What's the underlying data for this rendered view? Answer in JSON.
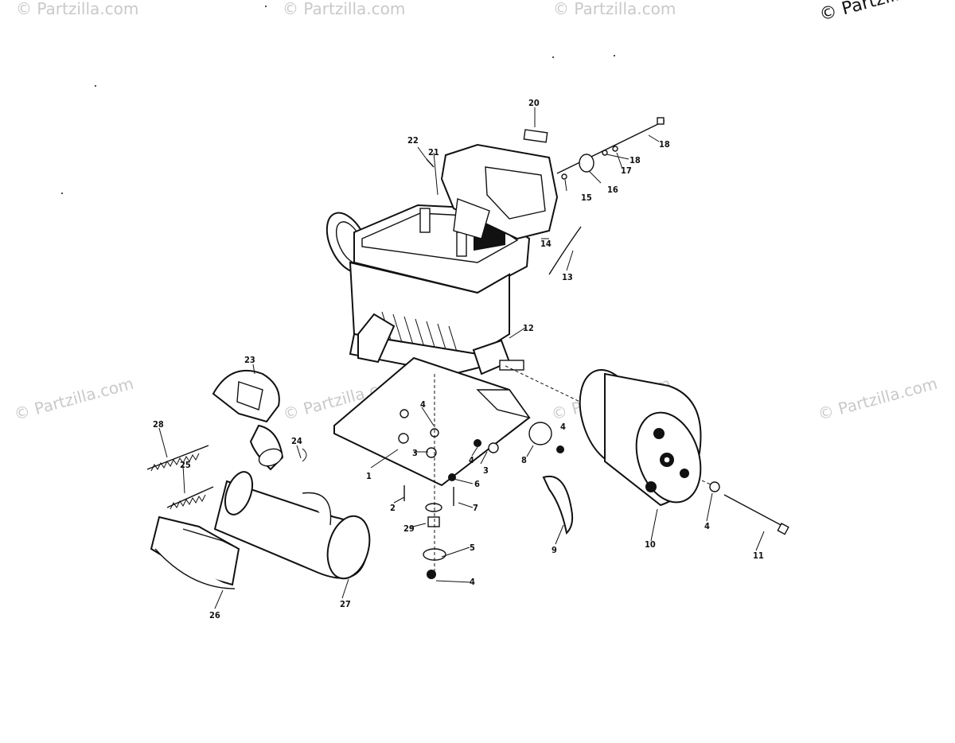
{
  "watermarks": {
    "faint": [
      "© Partzilla.com",
      "© Partzilla.com",
      "© Partzilla.com",
      "© Partzilla.com",
      "© Partzilla.com",
      "© Partzilla.com",
      "© Partzilla.com"
    ],
    "top_right": "© Partzilla.com"
  },
  "callouts": {
    "c1": "1",
    "c2": "2",
    "c3a": "3",
    "c3b": "3",
    "c4a": "4",
    "c4b": "4",
    "c4c": "4",
    "c4d": "4",
    "c4e": "4",
    "c5": "5",
    "c6": "6",
    "c7": "7",
    "c8": "8",
    "c9": "9",
    "c10": "10",
    "c11": "11",
    "c12": "12",
    "c13": "13",
    "c14": "14",
    "c15": "15",
    "c16": "16",
    "c17": "17",
    "c18a": "18",
    "c18b": "18",
    "c20": "20",
    "c21": "21",
    "c22": "22",
    "c23": "23",
    "c24": "24",
    "c25": "25",
    "c26": "26",
    "c27": "27",
    "c28": "28",
    "c29": "29"
  },
  "colors": {
    "ink": "#111111",
    "watermark": "#c9c9c9",
    "background": "#ffffff"
  }
}
